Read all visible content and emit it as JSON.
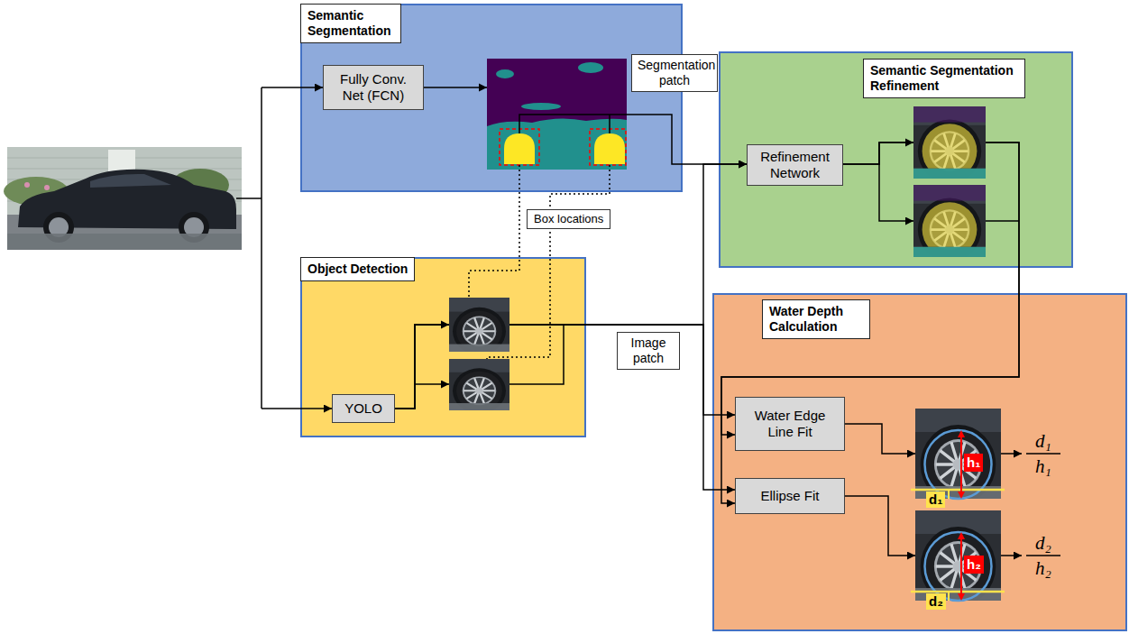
{
  "diagram": {
    "nodes": [
      {
        "text": [
          "Semantic Segmentation"
        ]
      },
      {
        "text": [
          "Fully Conv. Net (FCN)"
        ],
        "in": 0
      },
      {
        "text": [
          "Semantic Segmentation Refinement"
        ]
      },
      {
        "text": [
          "Refinement Network"
        ],
        "in": 2
      },
      {
        "text": [
          "Object Detection"
        ]
      },
      {
        "text": [
          "YOLO"
        ],
        "in": 4
      },
      {
        "text": [
          "Water Depth Calculation"
        ]
      },
      {
        "text": [
          "Water Edge Line Fit"
        ],
        "in": 6
      },
      {
        "text": [
          "Ellipse Fit"
        ],
        "in": 6
      }
    ],
    "edges": [
      {
        "from": 1,
        "to": 3,
        "arrow": "to"
      },
      {
        "from": 5,
        "to": 3,
        "arrow": "to"
      },
      {
        "from": 5,
        "to": 7,
        "arrow": "to"
      },
      {
        "from": 5,
        "to": 8,
        "arrow": "to"
      },
      {
        "from": 3,
        "to": 7,
        "arrow": "to"
      },
      {
        "from": 3,
        "to": 8,
        "arrow": "to"
      }
    ],
    "labels": [
      "Segmentation patch",
      "Box locations",
      "Image patch",
      "h₁",
      "d₁",
      "d₁",
      "h₁",
      "h₂",
      "d₂",
      "d₂",
      "h₂"
    ]
  }
}
